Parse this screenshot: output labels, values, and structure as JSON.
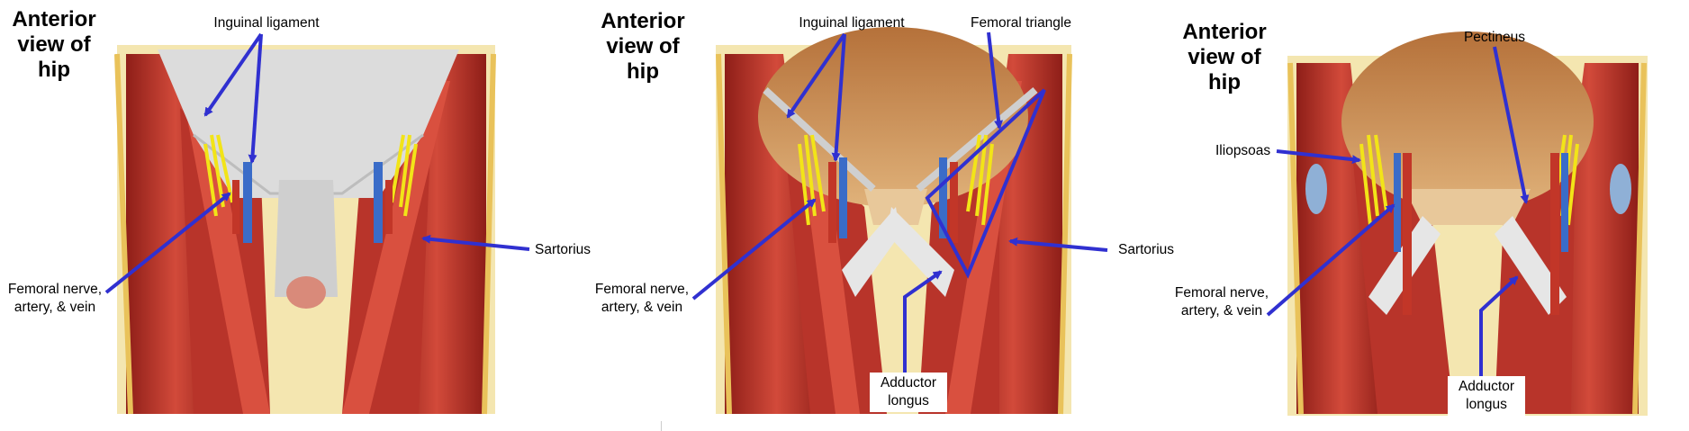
{
  "panels": [
    {
      "title": "Anterior\nview of\nhip",
      "labels": {
        "inguinal_ligament": "Inguinal ligament",
        "sartorius": "Sartorius",
        "femoral_nva": "Femoral nerve,\nartery, & vein"
      }
    },
    {
      "title": "Anterior\nview of\nhip",
      "labels": {
        "inguinal_ligament": "Inguinal ligament",
        "femoral_triangle": "Femoral triangle",
        "sartorius": "Sartorius",
        "femoral_nva": "Femoral nerve,\nartery, & vein",
        "adductor_longus": "Adductor\nlongus"
      }
    },
    {
      "title": "Anterior\nview of\nhip",
      "labels": {
        "pectineus": "Pectineus",
        "iliopsoas": "Iliopsoas",
        "femoral_nva": "Femoral nerve,\nartery, & vein",
        "adductor_longus": "Adductor\nlongus"
      }
    }
  ],
  "colors": {
    "arrow": "#3030d0",
    "muscle": "#b02a22",
    "muscle_light": "#d9503f",
    "fascia": "#dcdcdc",
    "nerve": "#f2e418",
    "vein": "#3a6cc8",
    "pelvis_bone": "#c8894a",
    "skin_edge": "#e9c25a"
  }
}
